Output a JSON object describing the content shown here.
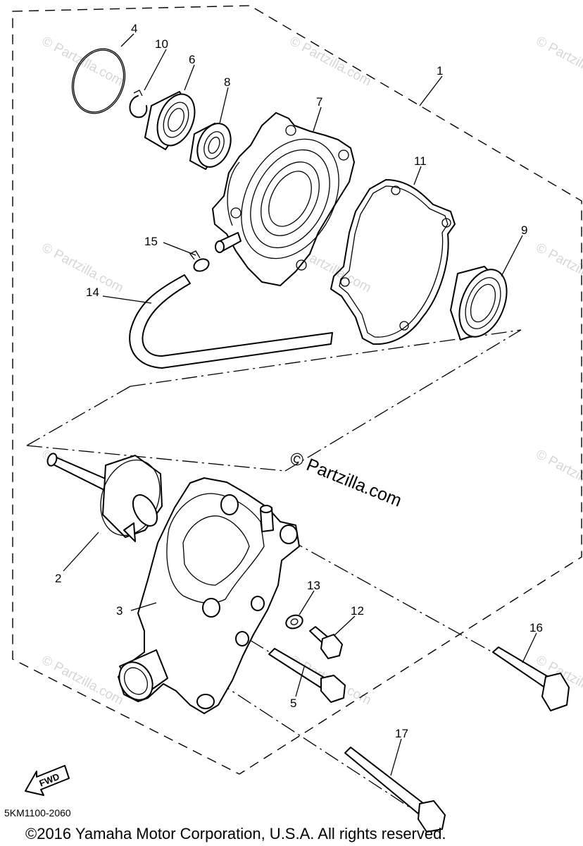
{
  "part_labels": [
    {
      "id": "1",
      "text": "1"
    },
    {
      "id": "2",
      "text": "2"
    },
    {
      "id": "3",
      "text": "3"
    },
    {
      "id": "4",
      "text": "4"
    },
    {
      "id": "5",
      "text": "5"
    },
    {
      "id": "6",
      "text": "6"
    },
    {
      "id": "7",
      "text": "7"
    },
    {
      "id": "8",
      "text": "8"
    },
    {
      "id": "9",
      "text": "9"
    },
    {
      "id": "10",
      "text": "10"
    },
    {
      "id": "11",
      "text": "11"
    },
    {
      "id": "12",
      "text": "12"
    },
    {
      "id": "13",
      "text": "13"
    },
    {
      "id": "14",
      "text": "14"
    },
    {
      "id": "15",
      "text": "15"
    },
    {
      "id": "16",
      "text": "16"
    },
    {
      "id": "17",
      "text": "17"
    }
  ],
  "watermark": {
    "text": "© Partzilla.com",
    "main_text": "© Partzilla.com"
  },
  "fwd_label": "FWD",
  "diagram_code": "5KM1100-2060",
  "copyright": "©2016 Yamaha Motor Corporation, U.S.A. All rights reserved."
}
